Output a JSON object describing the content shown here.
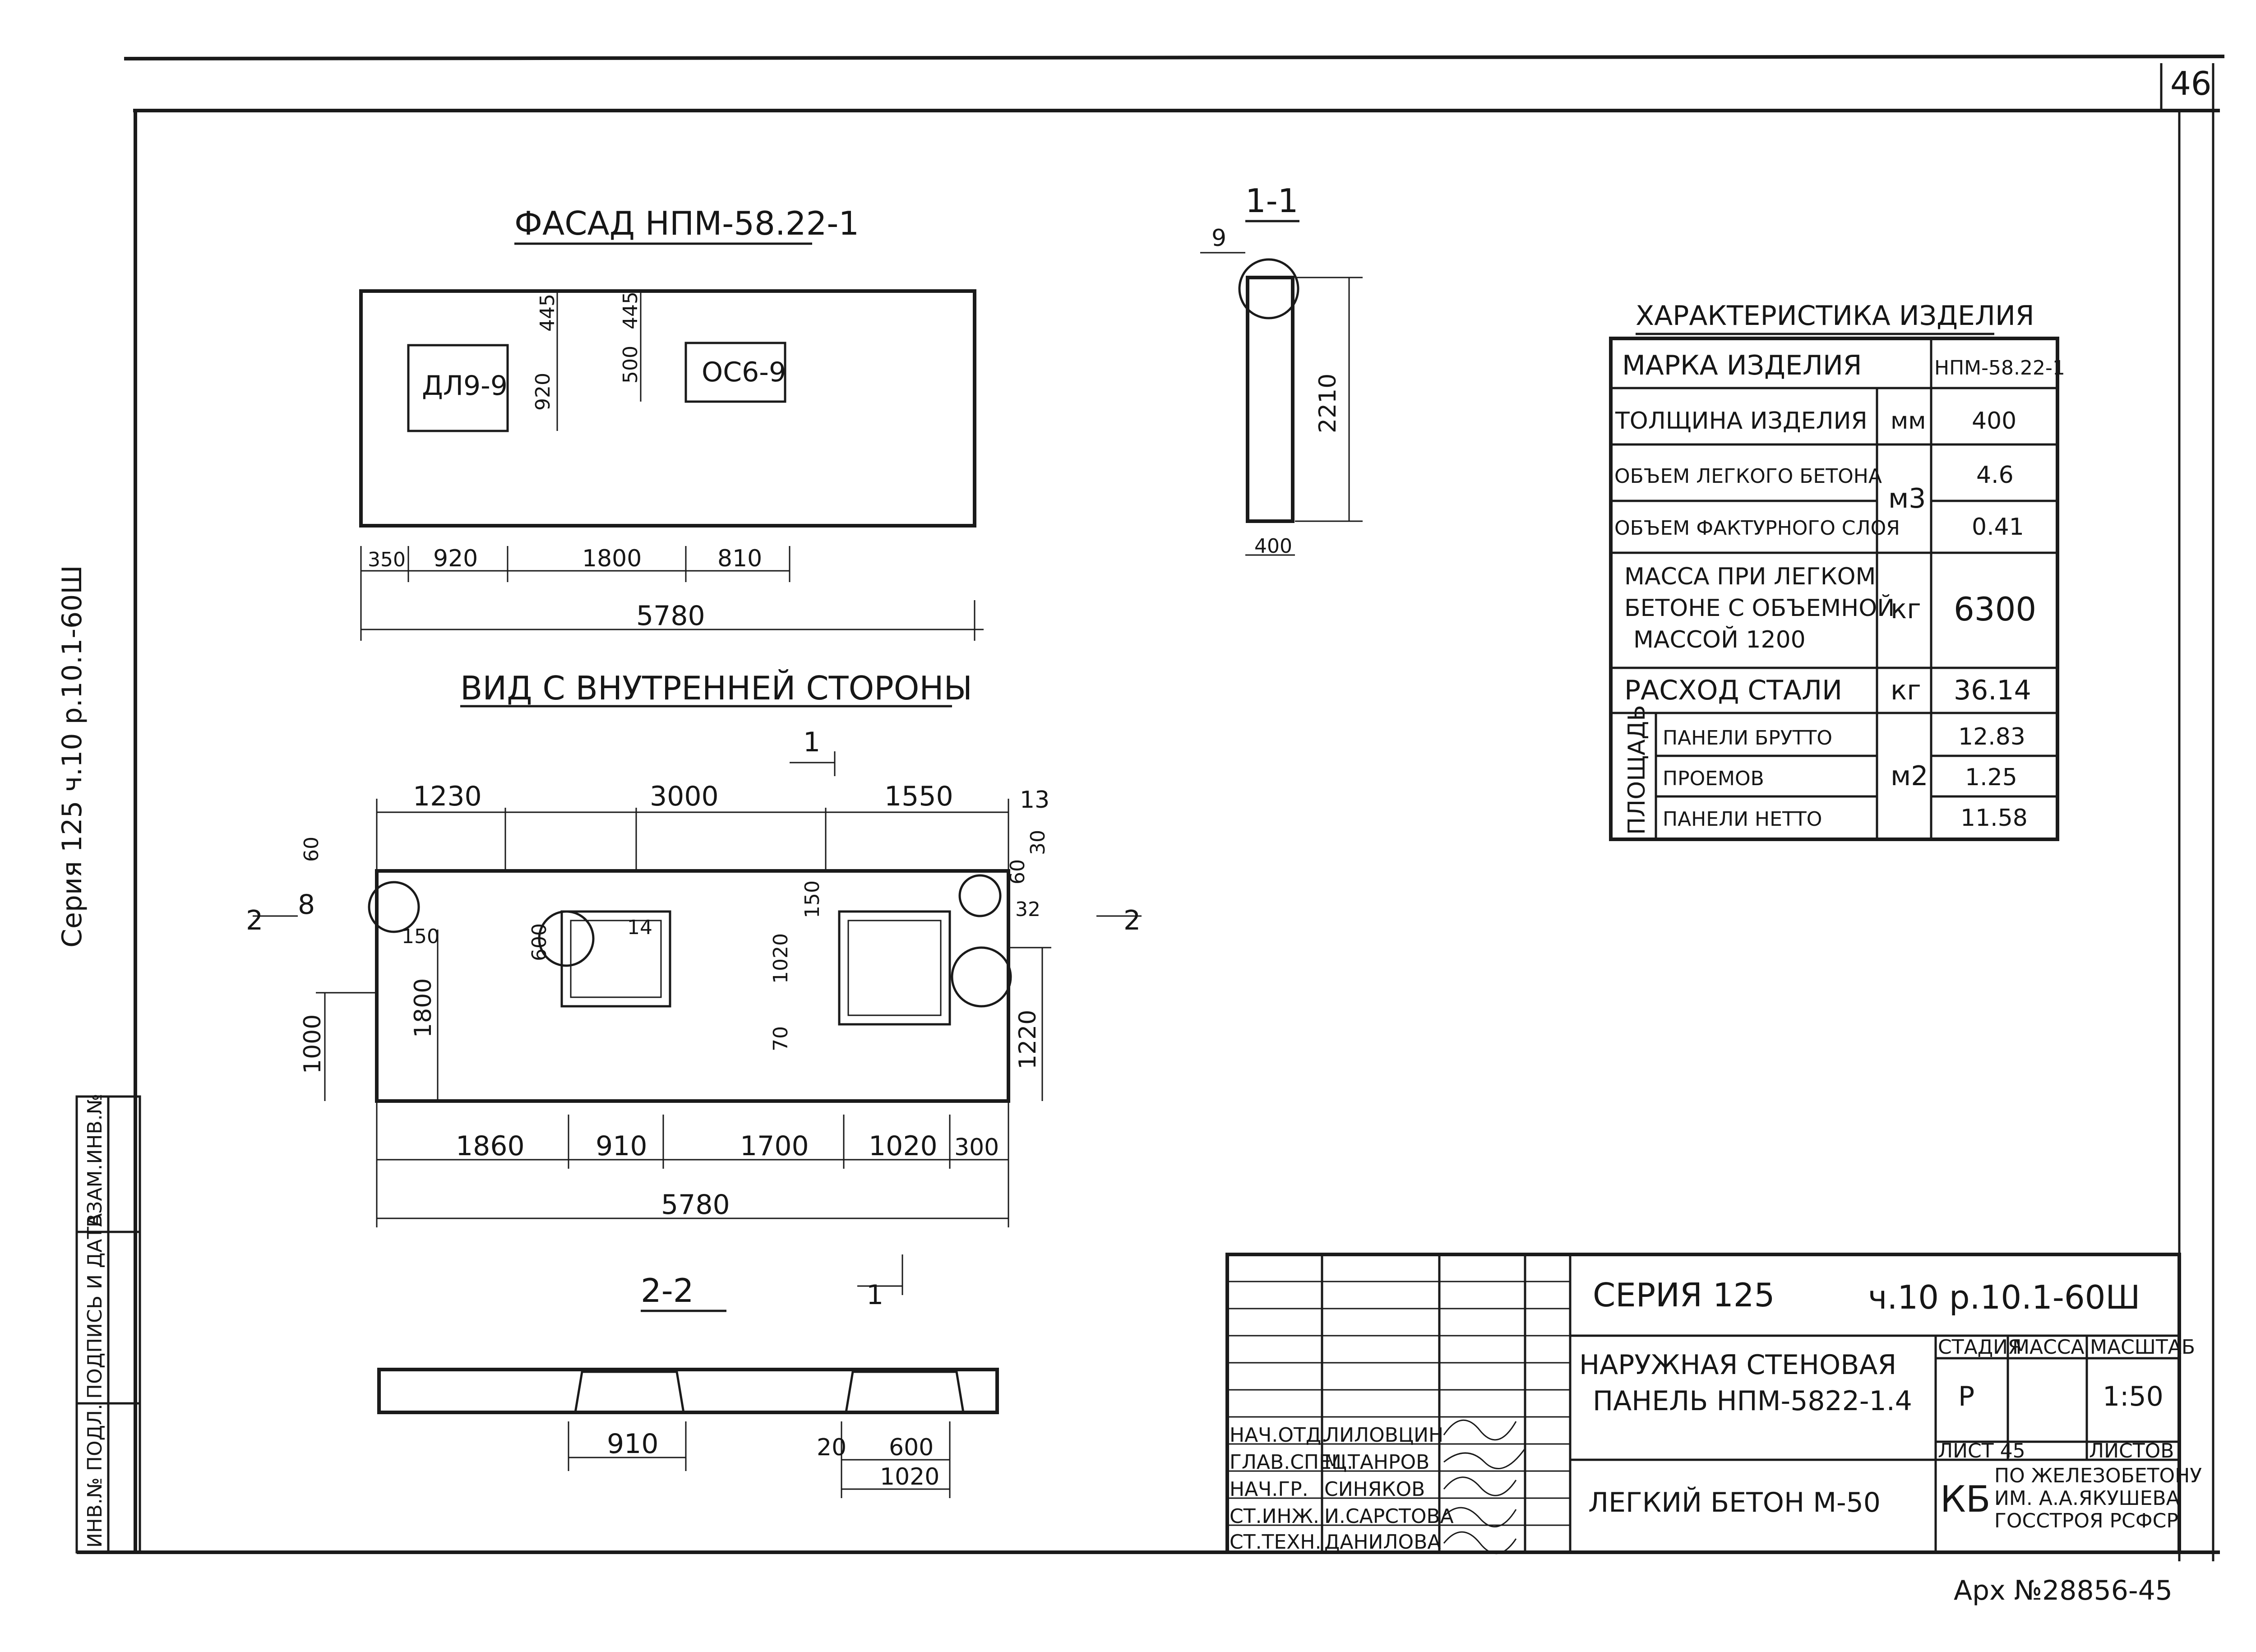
{
  "sheet": {
    "sheet_no": "46",
    "side_label": "Серия 125 ч.10 р.10.1-60Ш",
    "archive_no": "Арх №28856-45"
  },
  "facade": {
    "title": "ФАСАД НПМ-58.22-1",
    "window_left": "ДЛ9-9",
    "window_right": "ОС6-9",
    "dims": {
      "d445a": "445",
      "d920": "920",
      "d500": "500",
      "d445b": "445",
      "b350": "350",
      "b920": "920",
      "b1800": "1800",
      "b810": "810",
      "total": "5780"
    }
  },
  "section11": {
    "title": "1-1",
    "mark": "9",
    "height": "2210",
    "width": "400"
  },
  "inner": {
    "title": "ВИД С ВНУТРЕННЕЙ СТОРОНЫ",
    "cut_mark": "1",
    "cut2": "2",
    "top_dims": [
      "1230",
      "3000",
      "1550"
    ],
    "marks": {
      "m8": "8",
      "m13": "13"
    },
    "side_dims": {
      "d60l": "60",
      "d150l": "150",
      "d600": "600",
      "d14": "14",
      "d150": "150",
      "d1020": "1020",
      "d70": "70",
      "d60r": "60",
      "d32": "32",
      "d1800": "1800",
      "d1000": "1000",
      "d1220": "1220",
      "d30": "30"
    },
    "bottom_dims": [
      "1860",
      "910",
      "1700",
      "1020",
      "300"
    ],
    "total": "5780"
  },
  "section22": {
    "title": "2-2",
    "d910": "910",
    "d20": "20",
    "d600": "600",
    "d1020": "1020"
  },
  "spec": {
    "title": "ХАРАКТЕРИСТИКА ИЗДЕЛИЯ",
    "header": {
      "label": "МАРКА ИЗДЕЛИЯ",
      "value": "НПМ-58.22-1"
    },
    "rows": [
      {
        "label": "ТОЛЩИНА ИЗДЕЛИЯ",
        "unit": "мм",
        "value": "400"
      },
      {
        "label": "ОБЪЕМ ЛЕГКОГО БЕТОНА",
        "unit": "м3",
        "value": "4.6"
      },
      {
        "label": "ОБЪЕМ ФАКТУРНОГО СЛОЯ",
        "unit": "",
        "value": "0.41"
      },
      {
        "label_lines": [
          "МАССА ПРИ ЛЕГКОМ",
          "БЕТОНЕ С ОБЪЕМНОЙ",
          "МАССОЙ 1200"
        ],
        "unit": "кг",
        "value": "6300"
      },
      {
        "label": "РАСХОД СТАЛИ",
        "unit": "кг",
        "value": "36.14"
      }
    ],
    "area": {
      "group": "ПЛОЩАДЬ",
      "unit": "м2",
      "rows": [
        {
          "label": "ПАНЕЛИ БРУТТО",
          "value": "12.83"
        },
        {
          "label": "ПРОЕМОВ",
          "value": "1.25"
        },
        {
          "label": "ПАНЕЛИ НЕТТО",
          "value": "11.58"
        }
      ]
    }
  },
  "stamp": {
    "series": "СЕРИЯ 125",
    "code": "ч.10 р.10.1-60Ш",
    "title_lines": [
      "НАРУЖНАЯ СТЕНОВАЯ",
      "ПАНЕЛЬ НПМ-5822-1.4"
    ],
    "material": "ЛЕГКИЙ БЕТОН М-50",
    "stage_header": "СТАДИЯ",
    "mass_header": "МАССА",
    "scale_header": "МАСШТАБ",
    "stage": "Р",
    "scale": "1:50",
    "sheet_label": "ЛИСТ 45",
    "sheets_label": "ЛИСТОВ",
    "org_mark": "КБ",
    "org_lines": [
      "ПО ЖЕЛЕЗОБЕТОНУ",
      "ИМ. А.А.ЯКУШЕВА",
      "ГОССТРОЯ РСФСР"
    ],
    "signers": [
      {
        "role": "НАЧ.ОТД.",
        "name": "ЛИЛОВЦИН"
      },
      {
        "role": "ГЛАВ.СПЕЦ.",
        "name": "М.ТАНРОВ"
      },
      {
        "role": "НАЧ.ГР.",
        "name": "СИНЯКОВ"
      },
      {
        "role": "СТ.ИНЖ.",
        "name": "И.САРСТОВА"
      },
      {
        "role": "СТ.ТЕХН.",
        "name": "ДАНИЛОВА"
      }
    ],
    "side_box": [
      "ВЗАМ.ИНВ.№",
      "ПОДПИСЬ И ДАТА",
      "ИНВ.№ ПОДЛ."
    ]
  }
}
